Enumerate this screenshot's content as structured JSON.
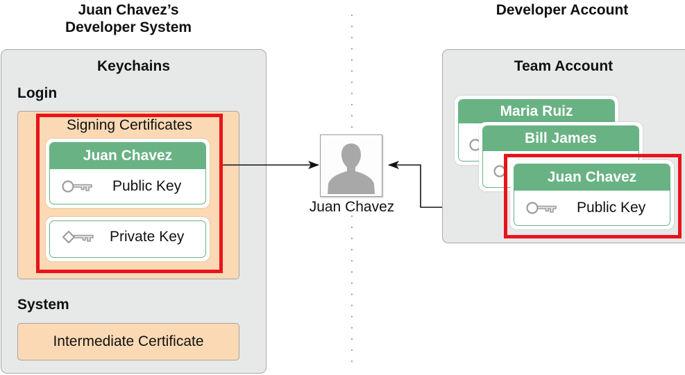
{
  "left_header": [
    "Juan Chavez’s",
    "Developer System"
  ],
  "right_header": "Developer Account",
  "keychains": {
    "title": "Keychains",
    "login_label": "Login",
    "signing_certificates_label": "Signing Certificates",
    "cert_name": "Juan Chavez",
    "public_key_label": "Public Key",
    "private_key_label": "Private Key",
    "system_label": "System",
    "intermediate_label": "Intermediate Certificate"
  },
  "person_label": "Juan Chavez",
  "team": {
    "title": "Team Account",
    "members": [
      "Maria Ruiz",
      "Bill James",
      "Juan Chavez"
    ],
    "public_key_label": "Public Key"
  },
  "colors": {
    "cert_green": "#68b283",
    "highlight_red": "#e8141b",
    "peach": "#fbd9b4",
    "panel_gray": "#e7e8e8"
  },
  "icons": [
    "key-icon",
    "person-silhouette-icon",
    "arrow-icon"
  ]
}
